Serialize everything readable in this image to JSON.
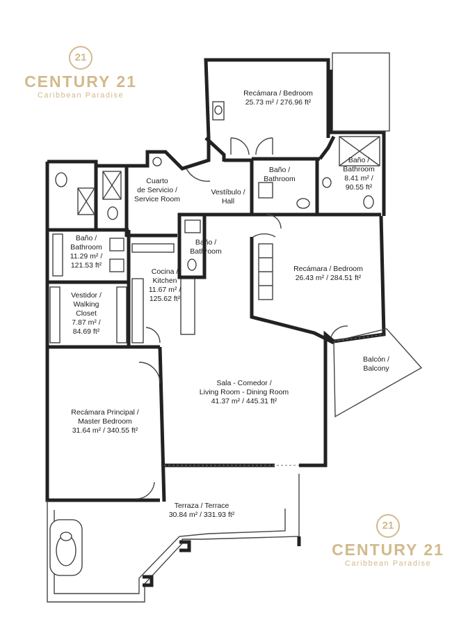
{
  "watermark": {
    "logo_text": "21",
    "brand": "CENTURY 21",
    "tagline": "Caribbean Paradise"
  },
  "rooms": {
    "bedroom_top": {
      "name": "Recámara / Bedroom",
      "area": "25.73 m² / 276.96 ft²"
    },
    "service_room": {
      "line1": "Cuarto",
      "line2": "de Servicio /",
      "line3": "Service Room"
    },
    "hall": {
      "line1": "Vestíbulo /",
      "line2": "Hall"
    },
    "bath_center": {
      "line1": "Baño /",
      "line2": "Bathroom"
    },
    "bath_right": {
      "line1": "Baño /",
      "line2": "Bathroom",
      "area1": "8.41 m² /",
      "area2": "90.55 ft²"
    },
    "bath_left": {
      "line1": "Baño /",
      "line2": "Bathroom",
      "area1": "11.29 m² /",
      "area2": "121.53 ft²"
    },
    "bath_small": {
      "line1": "Baño /",
      "line2": "Bathroom"
    },
    "kitchen": {
      "line1": "Cocina /",
      "line2": "Kitchen",
      "area1": "11.67 m² /",
      "area2": "125.62 ft²"
    },
    "closet": {
      "line1": "Vestidor /",
      "line2": "Walking",
      "line3": "Closet",
      "area1": "7.87 m² /",
      "area2": "84.69 ft²"
    },
    "bedroom_right": {
      "name": "Recámara / Bedroom",
      "area": "26.43 m² / 284.51 ft²"
    },
    "balcony": {
      "line1": "Balcón /",
      "line2": "Balcony"
    },
    "living": {
      "line1": "Sala - Comedor /",
      "line2": "Living Room - Dining Room",
      "area": "41.37 m² / 445.31 ft²"
    },
    "master": {
      "line1": "Recámara Principal /",
      "line2": "Master Bedroom",
      "area": "31.64 m² / 340.55 ft²"
    },
    "terrace": {
      "name": "Terraza / Terrace",
      "area": "30.84 m² / 331.93 ft²"
    }
  }
}
